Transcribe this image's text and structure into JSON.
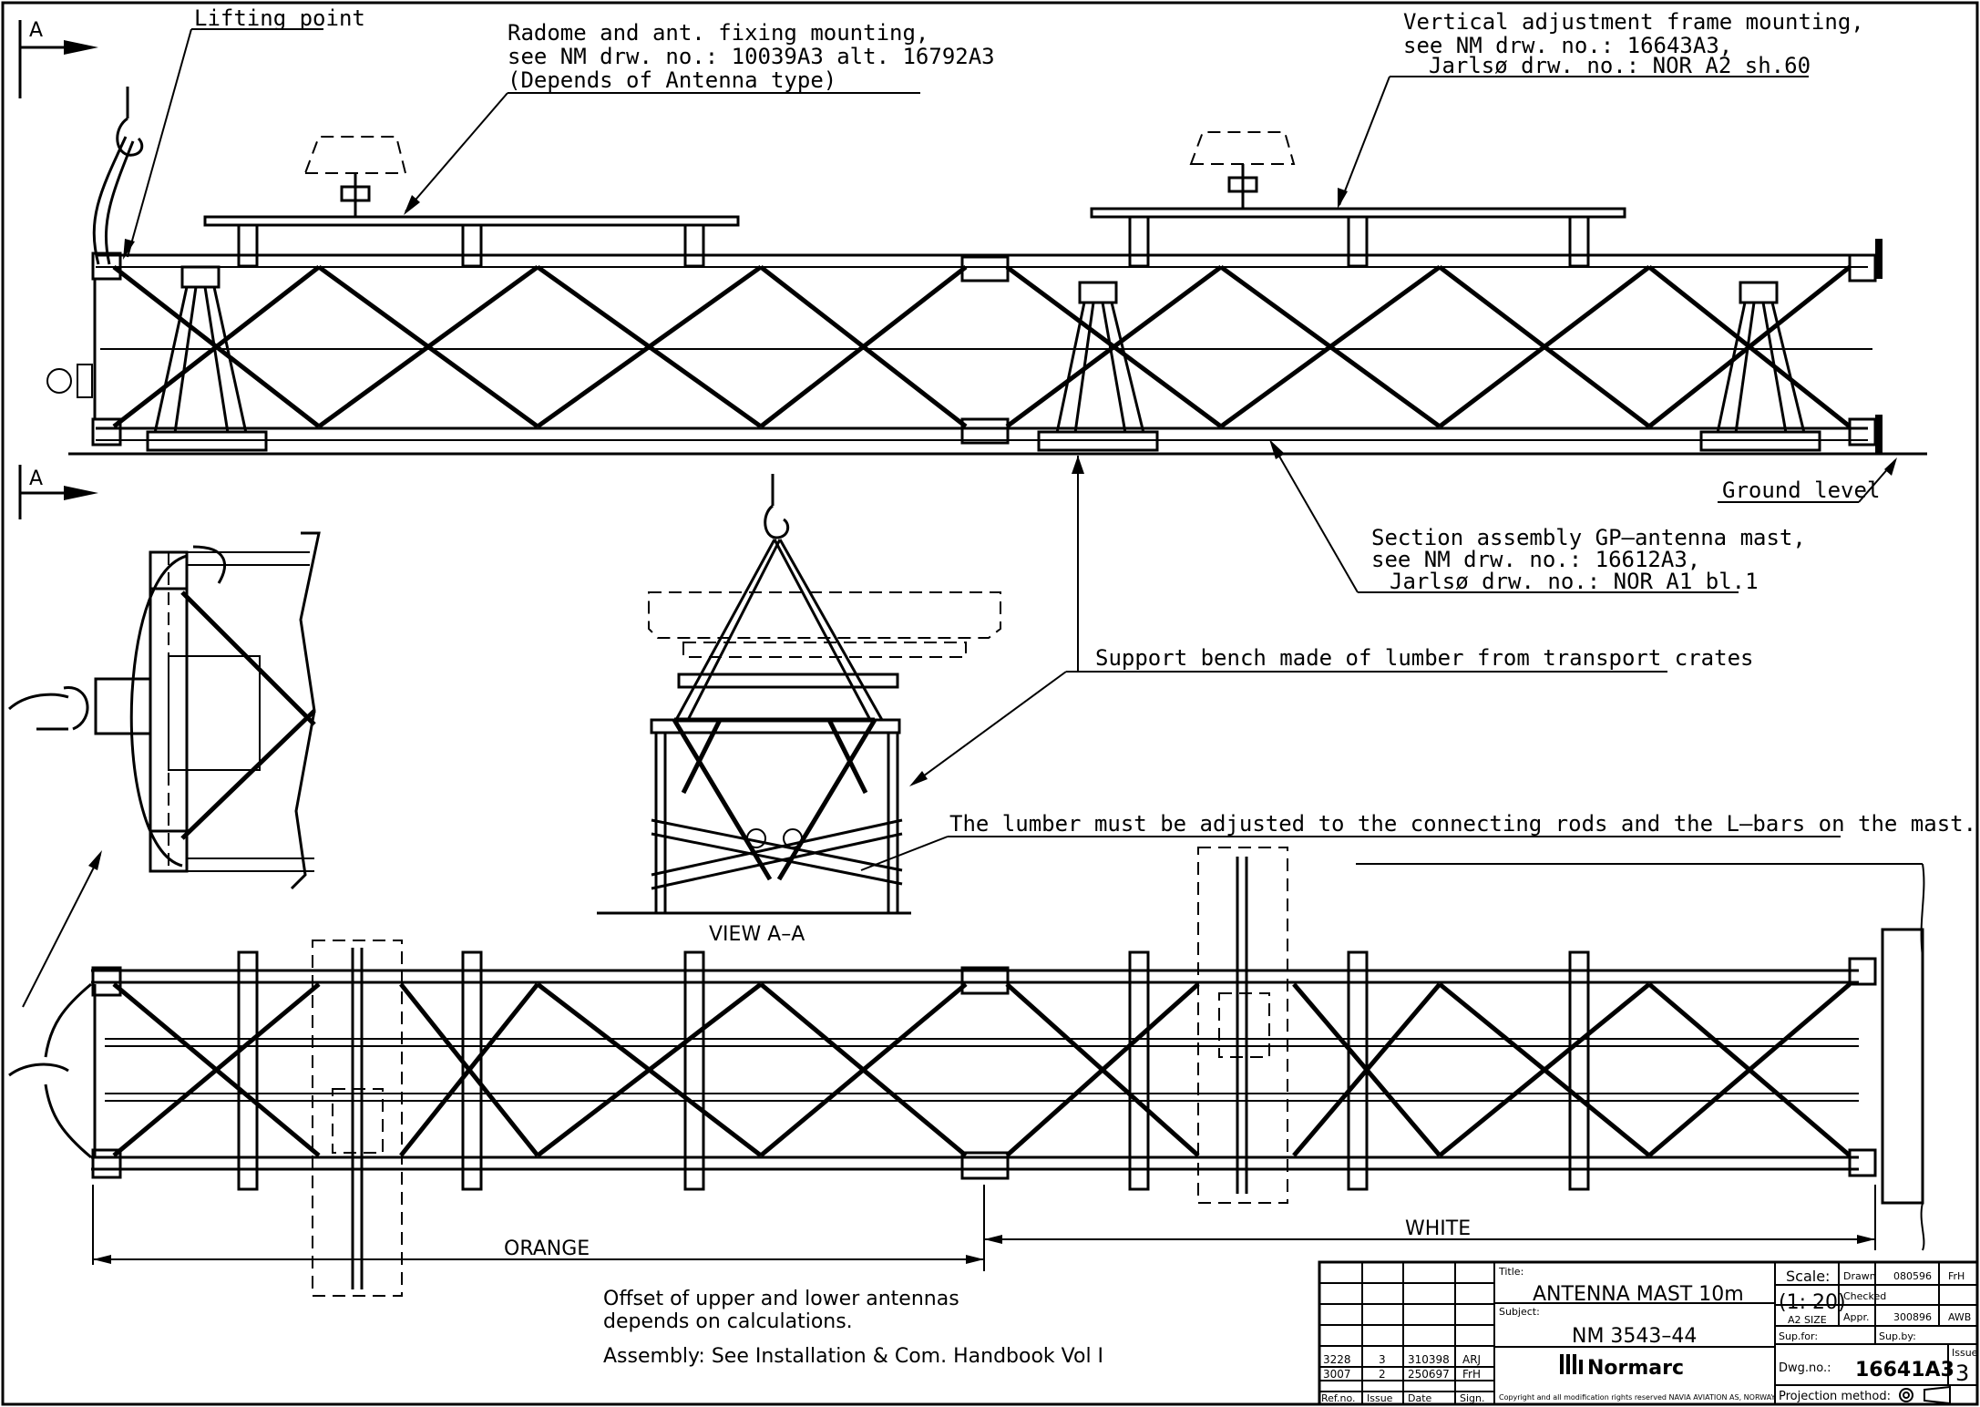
{
  "view_markers": {
    "a_top": "A",
    "a_bottom": "A"
  },
  "notes": {
    "lifting_point": "Lifting point",
    "radome_line1": "Radome and ant. fixing mounting,",
    "radome_line2": "see NM drw. no.: 10039A3 alt. 16792A3",
    "radome_line3": "(Depends of Antenna type)",
    "vertical_line1": "Vertical adjustment frame mounting,",
    "vertical_line2": "see NM drw. no.: 16643A3,",
    "vertical_line3": "Jarlsø drw. no.: NOR A2 sh.60",
    "ground_level": "Ground level",
    "section_line1": "Section assembly GP–antenna mast,",
    "section_line2": "see NM drw. no.: 16612A3,",
    "section_line3": "Jarlsø drw. no.: NOR A1 bl.1",
    "support_bench": "Support bench made of lumber from transport crates",
    "lumber_note": "The lumber must be adjusted to the connecting rods and the L–bars on the mast.",
    "view_aa": "VIEW A–A",
    "orange": "ORANGE",
    "white": "WHITE",
    "offset_line1": "Offset of upper and lower antennas",
    "offset_line2": "depends on calculations.",
    "assembly": "Assembly: See Installation & Com. Handbook Vol I"
  },
  "title_block": {
    "title_label": "Title:",
    "title": "ANTENNA MAST 10m",
    "subject_label": "Subject:",
    "subject": "NM 3543–44",
    "scale_label": "Scale:",
    "scale": "(1: 20)",
    "size": "A2 SIZE",
    "drawn_label": "Drawn",
    "drawn_date": "080596",
    "drawn_by": "FrH",
    "checked_label": "Checked",
    "appr_label": "Appr.",
    "appr_date": "300896",
    "appr_by": "AWB",
    "sup_for": "Sup.for:",
    "sup_by": "Sup.by:",
    "dwg_label": "Dwg.no.:",
    "dwg_no": "16641A3",
    "issue_label": "Issue",
    "issue": "3",
    "projection": "Projection method:",
    "company": "Normarc",
    "copyright": "Copyright and all modification rights reserved NAVIA AVIATION AS, NORWAY",
    "revisions": [
      {
        "ref": "3228",
        "issue": "3",
        "date": "310398",
        "sign": "ARJ"
      },
      {
        "ref": "3007",
        "issue": "2",
        "date": "250697",
        "sign": "FrH"
      }
    ],
    "rev_headers": {
      "ref": "Ref.no.",
      "issue": "Issue",
      "date": "Date",
      "sign": "Sign."
    }
  }
}
